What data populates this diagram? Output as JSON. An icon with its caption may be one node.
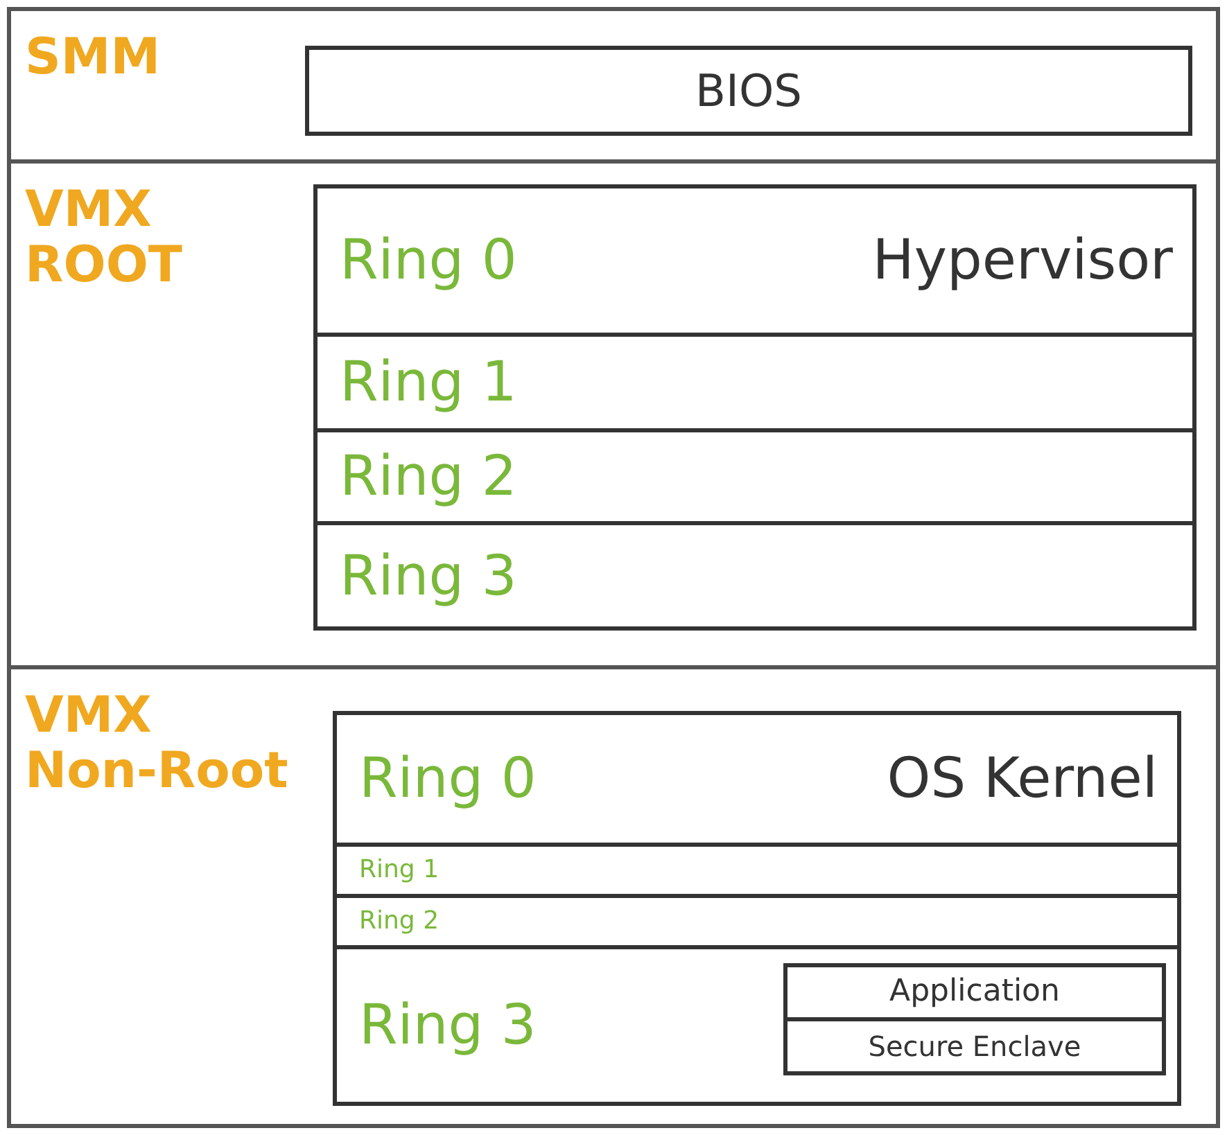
{
  "diagram": {
    "nodes": [
      {
        "text": [
          "SMM"
        ]
      },
      {
        "text": [
          "BIOS"
        ],
        "in": 0
      },
      {
        "text": [
          "VMX ROOT"
        ]
      },
      {
        "text": [],
        "shape": "box",
        "in": 2
      },
      {
        "text": [
          "Ring 0",
          "Hypervisor"
        ],
        "in": 3
      },
      {
        "text": [
          "Ring 1"
        ],
        "in": 3
      },
      {
        "text": [
          "Ring 2"
        ],
        "in": 3
      },
      {
        "text": [
          "Ring 3"
        ],
        "in": 3
      },
      {
        "text": [
          "VMX Non-Root"
        ]
      },
      {
        "text": [],
        "shape": "box",
        "in": 8
      },
      {
        "text": [
          "Ring 0",
          "OS Kernel"
        ],
        "in": 9
      },
      {
        "text": [
          "Ring 1"
        ],
        "in": 9
      },
      {
        "text": [
          "Ring 2"
        ],
        "in": 9
      },
      {
        "text": [
          "Ring 3"
        ],
        "in": 9
      },
      {
        "text": [
          "Application"
        ],
        "in": 13
      },
      {
        "text": [
          "Secure Enclave"
        ],
        "in": 13
      }
    ]
  }
}
